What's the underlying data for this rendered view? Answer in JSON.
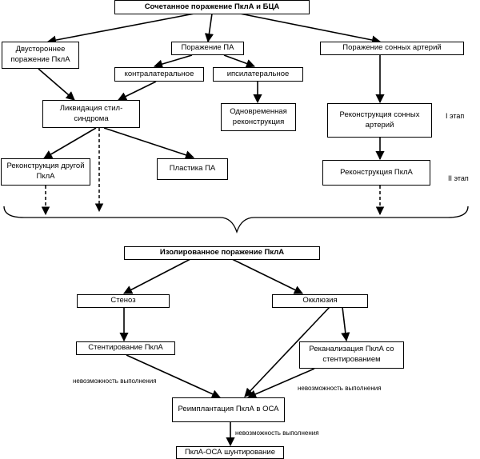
{
  "top": {
    "combined": "Сочетанное поражение ПклА и БЦА",
    "bilateral": "Двустороннее поражение ПклА",
    "pa_lesion": "Поражение ПА",
    "carotid_lesion": "Поражение сонных артерий",
    "contralateral": "контралатеральное",
    "ipsilateral": "ипсилатеральное",
    "steal_liquidation": "Ликвидация стил-синдрома",
    "simultaneous": "Одновременная реконструкция",
    "carotid_recon": "Реконструкция сонных артерий",
    "other_recon": "Реконструкция другой ПклА",
    "pa_plasty": "Пластика ПА",
    "scla_recon": "Реконструкция ПклА"
  },
  "stages": {
    "first": "I этап",
    "second": "II этап"
  },
  "bottom": {
    "isolated": "Изолированное поражение ПклА",
    "stenosis": "Стеноз",
    "occlusion": "Окклюзия",
    "stenting": "Стентирование ПклА",
    "recanalization": "Реканализация ПклА со стентированием",
    "reimplantation": "Реимплантация ПклА в ОСА",
    "bypass": "ПклА-ОСА шунтирование"
  },
  "labels": {
    "impossible_1": "невозможность выполнения",
    "impossible_2": "невозможность выполнения",
    "impossible_3": "невозможность выполнения"
  }
}
